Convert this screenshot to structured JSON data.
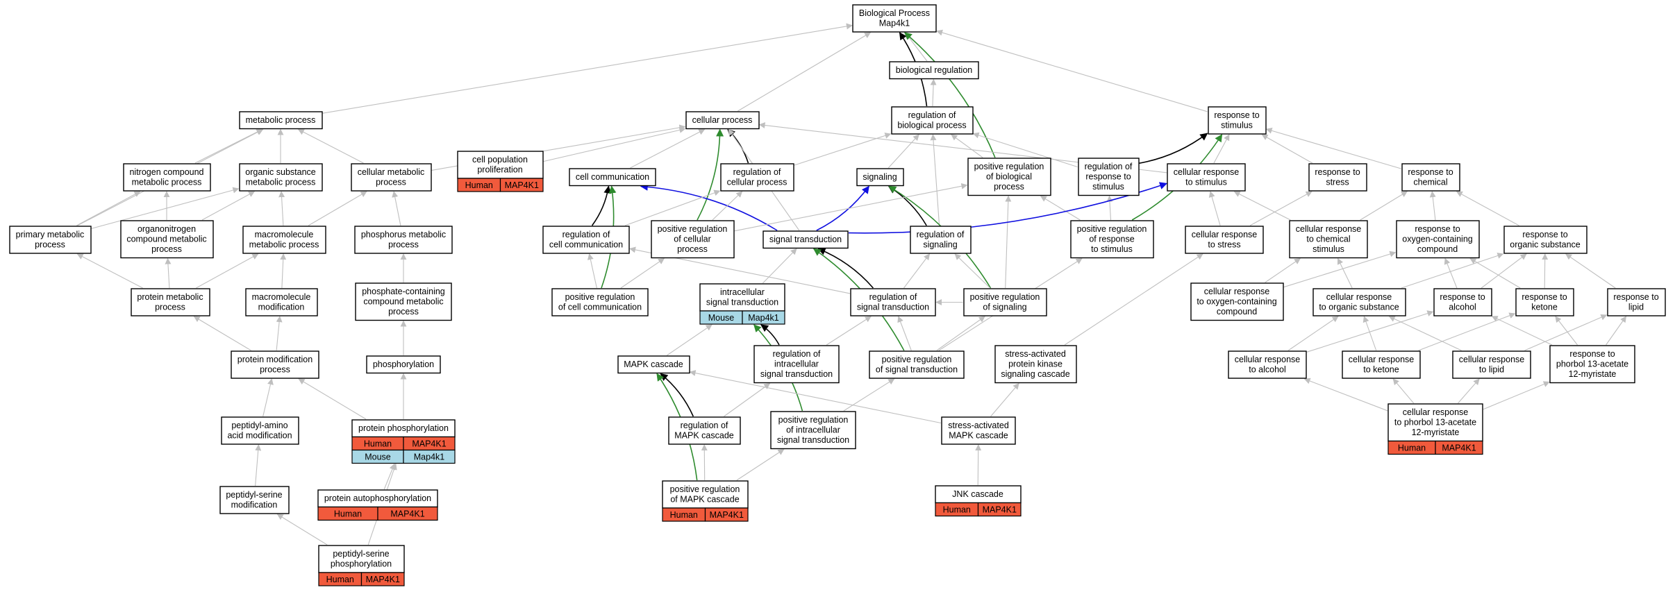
{
  "colors": {
    "human": "#f15a3c",
    "mouse": "#a8d8e6",
    "edge_default": "#bfbfbf",
    "edge_black": "#000000",
    "edge_green": "#2e8b2e",
    "edge_blue": "#1010e0"
  },
  "nodes": [
    {
      "id": "bp",
      "lines": [
        "Biological Process",
        "Map4k1"
      ]
    },
    {
      "id": "bioreg",
      "lines": [
        "biological regulation"
      ]
    },
    {
      "id": "metab",
      "lines": [
        "metabolic process"
      ]
    },
    {
      "id": "cellproc",
      "lines": [
        "cellular process"
      ]
    },
    {
      "id": "regbio",
      "lines": [
        "regulation of",
        "biological process"
      ]
    },
    {
      "id": "resp",
      "lines": [
        "response to",
        "stimulus"
      ]
    },
    {
      "id": "nitro",
      "lines": [
        "nitrogen compound",
        "metabolic process"
      ]
    },
    {
      "id": "orgsub",
      "lines": [
        "organic substance",
        "metabolic process"
      ]
    },
    {
      "id": "cellmet",
      "lines": [
        "cellular metabolic",
        "process"
      ]
    },
    {
      "id": "cellpop",
      "lines": [
        "cell population",
        "proliferation"
      ],
      "annotations": [
        {
          "species": "Human",
          "gene": "MAP4K1"
        }
      ]
    },
    {
      "id": "cellcomm",
      "lines": [
        "cell communication"
      ]
    },
    {
      "id": "regcell",
      "lines": [
        "regulation of",
        "cellular process"
      ]
    },
    {
      "id": "signaling",
      "lines": [
        "signaling"
      ]
    },
    {
      "id": "posregbio",
      "lines": [
        "positive regulation",
        "of biological",
        "process"
      ]
    },
    {
      "id": "regresp",
      "lines": [
        "regulation of",
        "response to",
        "stimulus"
      ]
    },
    {
      "id": "cellresp",
      "lines": [
        "cellular response",
        "to stimulus"
      ]
    },
    {
      "id": "respstress",
      "lines": [
        "response to",
        "stress"
      ]
    },
    {
      "id": "respchem",
      "lines": [
        "response to",
        "chemical"
      ]
    },
    {
      "id": "primary",
      "lines": [
        "primary metabolic",
        "process"
      ]
    },
    {
      "id": "organonit",
      "lines": [
        "organonitrogen",
        "compound metabolic",
        "process"
      ]
    },
    {
      "id": "macromet",
      "lines": [
        "macromolecule",
        "metabolic process"
      ]
    },
    {
      "id": "phosmet",
      "lines": [
        "phosphorus metabolic",
        "process"
      ]
    },
    {
      "id": "regcomm",
      "lines": [
        "regulation of",
        "cell communication"
      ]
    },
    {
      "id": "posregcell",
      "lines": [
        "positive regulation",
        "of cellular",
        "process"
      ]
    },
    {
      "id": "sigtrans",
      "lines": [
        "signal transduction"
      ]
    },
    {
      "id": "regsig",
      "lines": [
        "regulation of",
        "signaling"
      ]
    },
    {
      "id": "posregresp",
      "lines": [
        "positive regulation",
        "of response",
        "to stimulus"
      ]
    },
    {
      "id": "cellstress",
      "lines": [
        "cellular response",
        "to stress"
      ]
    },
    {
      "id": "cellchem",
      "lines": [
        "cellular response",
        "to chemical",
        "stimulus"
      ]
    },
    {
      "id": "respoxy",
      "lines": [
        "response to",
        "oxygen-containing",
        "compound"
      ]
    },
    {
      "id": "resporg",
      "lines": [
        "response to",
        "organic substance"
      ]
    },
    {
      "id": "protmet",
      "lines": [
        "protein metabolic",
        "process"
      ]
    },
    {
      "id": "macromod",
      "lines": [
        "macromolecule",
        "modification"
      ]
    },
    {
      "id": "phoscont",
      "lines": [
        "phosphate-containing",
        "compound metabolic",
        "process"
      ]
    },
    {
      "id": "posregcomm",
      "lines": [
        "positive regulation",
        "of cell communication"
      ]
    },
    {
      "id": "intra",
      "lines": [
        "intracellular",
        "signal transduction"
      ],
      "annotations": [
        {
          "species": "Mouse",
          "gene": "Map4k1"
        }
      ]
    },
    {
      "id": "regsigtrans",
      "lines": [
        "regulation of",
        "signal transduction"
      ]
    },
    {
      "id": "posregsig",
      "lines": [
        "positive regulation",
        "of signaling"
      ]
    },
    {
      "id": "celloxy",
      "lines": [
        "cellular response",
        "to oxygen-containing",
        "compound"
      ]
    },
    {
      "id": "cellorg",
      "lines": [
        "cellular response",
        "to organic substance"
      ]
    },
    {
      "id": "respalc",
      "lines": [
        "response to",
        "alcohol"
      ]
    },
    {
      "id": "respket",
      "lines": [
        "response to",
        "ketone"
      ]
    },
    {
      "id": "resplip",
      "lines": [
        "response to",
        "lipid"
      ]
    },
    {
      "id": "protmod",
      "lines": [
        "protein modification",
        "process"
      ]
    },
    {
      "id": "phosphorylation",
      "lines": [
        "phosphorylation"
      ]
    },
    {
      "id": "mapk",
      "lines": [
        "MAPK cascade"
      ]
    },
    {
      "id": "regintra",
      "lines": [
        "regulation of",
        "intracellular",
        "signal transduction"
      ]
    },
    {
      "id": "posregsigtrans",
      "lines": [
        "positive regulation",
        "of signal transduction"
      ]
    },
    {
      "id": "sapk",
      "lines": [
        "stress-activated",
        "protein kinase",
        "signaling cascade"
      ]
    },
    {
      "id": "cellalc",
      "lines": [
        "cellular response",
        "to alcohol"
      ]
    },
    {
      "id": "cellket",
      "lines": [
        "cellular response",
        "to ketone"
      ]
    },
    {
      "id": "celllip",
      "lines": [
        "cellular response",
        "to lipid"
      ]
    },
    {
      "id": "respphorb",
      "lines": [
        "response to",
        "phorbol 13-acetate",
        "12-myristate"
      ]
    },
    {
      "id": "peptamino",
      "lines": [
        "peptidyl-amino",
        "acid modification"
      ]
    },
    {
      "id": "protphos",
      "lines": [
        "protein phosphorylation"
      ],
      "annotations": [
        {
          "species": "Human",
          "gene": "MAP4K1"
        },
        {
          "species": "Mouse",
          "gene": "Map4k1"
        }
      ]
    },
    {
      "id": "regmapk",
      "lines": [
        "regulation of",
        "MAPK cascade"
      ]
    },
    {
      "id": "posregintra",
      "lines": [
        "positive regulation",
        "of intracellular",
        "signal transduction"
      ]
    },
    {
      "id": "samapk",
      "lines": [
        "stress-activated",
        "MAPK cascade"
      ]
    },
    {
      "id": "cellphorb",
      "lines": [
        "cellular response",
        "to phorbol 13-acetate",
        "12-myristate"
      ],
      "annotations": [
        {
          "species": "Human",
          "gene": "MAP4K1"
        }
      ]
    },
    {
      "id": "peptser",
      "lines": [
        "peptidyl-serine",
        "modification"
      ]
    },
    {
      "id": "protauto",
      "lines": [
        "protein autophosphorylation"
      ],
      "annotations": [
        {
          "species": "Human",
          "gene": "MAP4K1"
        }
      ]
    },
    {
      "id": "posregmapk",
      "lines": [
        "positive regulation",
        "of MAPK cascade"
      ],
      "annotations": [
        {
          "species": "Human",
          "gene": "MAP4K1"
        }
      ]
    },
    {
      "id": "jnk",
      "lines": [
        "JNK cascade"
      ],
      "annotations": [
        {
          "species": "Human",
          "gene": "MAP4K1"
        }
      ]
    },
    {
      "id": "peptserphos",
      "lines": [
        "peptidyl-serine",
        "phosphorylation"
      ],
      "annotations": [
        {
          "species": "Human",
          "gene": "MAP4K1"
        }
      ]
    }
  ],
  "edges": [
    [
      "bioreg",
      "bp",
      "default"
    ],
    [
      "metab",
      "bp",
      "default"
    ],
    [
      "cellproc",
      "bp",
      "default"
    ],
    [
      "regbio",
      "bp",
      "black"
    ],
    [
      "regbio",
      "bioreg",
      "default"
    ],
    [
      "resp",
      "bp",
      "default"
    ],
    [
      "posregbio",
      "bp",
      "green"
    ],
    [
      "nitro",
      "metab",
      "default"
    ],
    [
      "orgsub",
      "metab",
      "default"
    ],
    [
      "cellmet",
      "metab",
      "default"
    ],
    [
      "primary",
      "metab",
      "default"
    ],
    [
      "cellmet",
      "cellproc",
      "default"
    ],
    [
      "cellpop",
      "cellproc",
      "default"
    ],
    [
      "cellcomm",
      "cellproc",
      "default"
    ],
    [
      "regcell",
      "cellproc",
      "black"
    ],
    [
      "regcell",
      "regbio",
      "default"
    ],
    [
      "posregcell",
      "cellproc",
      "green"
    ],
    [
      "signaling",
      "regbio",
      "default"
    ],
    [
      "sigtrans",
      "cellproc",
      "default"
    ],
    [
      "posregbio",
      "regbio",
      "default"
    ],
    [
      "regresp",
      "regbio",
      "default"
    ],
    [
      "regsig",
      "regbio",
      "default"
    ],
    [
      "cellresp",
      "cellproc",
      "default"
    ],
    [
      "regresp",
      "resp",
      "black"
    ],
    [
      "cellresp",
      "resp",
      "default"
    ],
    [
      "respstress",
      "resp",
      "default"
    ],
    [
      "respchem",
      "resp",
      "default"
    ],
    [
      "posregresp",
      "resp",
      "green"
    ],
    [
      "primary",
      "nitro",
      "default"
    ],
    [
      "organonit",
      "nitro",
      "default"
    ],
    [
      "organonit",
      "orgsub",
      "default"
    ],
    [
      "macromet",
      "orgsub",
      "default"
    ],
    [
      "primary",
      "orgsub",
      "default"
    ],
    [
      "phosmet",
      "cellmet",
      "default"
    ],
    [
      "macromet",
      "cellmet",
      "default"
    ],
    [
      "regcomm",
      "cellcomm",
      "black"
    ],
    [
      "posregcomm",
      "cellcomm",
      "green"
    ],
    [
      "sigtrans",
      "cellcomm",
      "blue"
    ],
    [
      "regcomm",
      "regcell",
      "default"
    ],
    [
      "posregcell",
      "regcell",
      "default"
    ],
    [
      "sigtrans",
      "signaling",
      "blue"
    ],
    [
      "regsig",
      "signaling",
      "black"
    ],
    [
      "posregsig",
      "signaling",
      "green"
    ],
    [
      "posregcell",
      "posregbio",
      "default"
    ],
    [
      "posregresp",
      "posregbio",
      "default"
    ],
    [
      "posregsig",
      "posregbio",
      "default"
    ],
    [
      "posregresp",
      "regresp",
      "default"
    ],
    [
      "regsigtrans",
      "regsig",
      "default"
    ],
    [
      "posregsig",
      "regsig",
      "default"
    ],
    [
      "sigtrans",
      "cellresp",
      "blue"
    ],
    [
      "cellstress",
      "cellresp",
      "default"
    ],
    [
      "cellchem",
      "cellresp",
      "default"
    ],
    [
      "cellstress",
      "respstress",
      "default"
    ],
    [
      "cellchem",
      "respchem",
      "default"
    ],
    [
      "respoxy",
      "respchem",
      "default"
    ],
    [
      "resporg",
      "respchem",
      "default"
    ],
    [
      "protmet",
      "primary",
      "default"
    ],
    [
      "protmet",
      "organonit",
      "default"
    ],
    [
      "protmet",
      "macromet",
      "default"
    ],
    [
      "macromod",
      "macromet",
      "default"
    ],
    [
      "phoscont",
      "phosmet",
      "default"
    ],
    [
      "posregcomm",
      "regcomm",
      "default"
    ],
    [
      "posregcomm",
      "posregcell",
      "default"
    ],
    [
      "regsigtrans",
      "regcomm",
      "default"
    ],
    [
      "intra",
      "sigtrans",
      "default"
    ],
    [
      "regsigtrans",
      "sigtrans",
      "black"
    ],
    [
      "posregsigtrans",
      "sigtrans",
      "green"
    ],
    [
      "posregsigtrans",
      "posregresp",
      "default"
    ],
    [
      "posregsig",
      "regsigtrans",
      "default"
    ],
    [
      "posregsigtrans",
      "regsigtrans",
      "default"
    ],
    [
      "posregsigtrans",
      "posregsig",
      "default"
    ],
    [
      "sapk",
      "cellstress",
      "default"
    ],
    [
      "celloxy",
      "cellchem",
      "default"
    ],
    [
      "celloxy",
      "respoxy",
      "default"
    ],
    [
      "cellorg",
      "cellchem",
      "default"
    ],
    [
      "cellorg",
      "resporg",
      "default"
    ],
    [
      "respalc",
      "respoxy",
      "default"
    ],
    [
      "respalc",
      "resporg",
      "default"
    ],
    [
      "respket",
      "resporg",
      "default"
    ],
    [
      "respket",
      "respoxy",
      "default"
    ],
    [
      "resplip",
      "resporg",
      "default"
    ],
    [
      "protmod",
      "protmet",
      "default"
    ],
    [
      "protmod",
      "macromod",
      "default"
    ],
    [
      "phosphorylation",
      "phoscont",
      "default"
    ],
    [
      "mapk",
      "intra",
      "default"
    ],
    [
      "regintra",
      "intra",
      "black"
    ],
    [
      "regintra",
      "regsigtrans",
      "default"
    ],
    [
      "posregintra",
      "intra",
      "green"
    ],
    [
      "posregintra",
      "posregsigtrans",
      "default"
    ],
    [
      "cellalc",
      "cellorg",
      "default"
    ],
    [
      "cellalc",
      "respalc",
      "default"
    ],
    [
      "cellket",
      "cellorg",
      "default"
    ],
    [
      "cellket",
      "respket",
      "default"
    ],
    [
      "celllip",
      "resplip",
      "default"
    ],
    [
      "celllip",
      "cellorg",
      "default"
    ],
    [
      "respphorb",
      "respalc",
      "default"
    ],
    [
      "respphorb",
      "respket",
      "default"
    ],
    [
      "respphorb",
      "resplip",
      "default"
    ],
    [
      "peptamino",
      "protmod",
      "default"
    ],
    [
      "protphos",
      "protmod",
      "default"
    ],
    [
      "protphos",
      "phosphorylation",
      "default"
    ],
    [
      "regmapk",
      "mapk",
      "black"
    ],
    [
      "regmapk",
      "regintra",
      "default"
    ],
    [
      "posregmapk",
      "mapk",
      "green"
    ],
    [
      "posregmapk",
      "regmapk",
      "default"
    ],
    [
      "posregmapk",
      "posregintra",
      "default"
    ],
    [
      "samapk",
      "mapk",
      "default"
    ],
    [
      "samapk",
      "sapk",
      "default"
    ],
    [
      "jnk",
      "samapk",
      "default"
    ],
    [
      "cellphorb",
      "respphorb",
      "default"
    ],
    [
      "cellphorb",
      "cellalc",
      "default"
    ],
    [
      "cellphorb",
      "cellket",
      "default"
    ],
    [
      "cellphorb",
      "celllip",
      "default"
    ],
    [
      "peptser",
      "peptamino",
      "default"
    ],
    [
      "protauto",
      "protphos",
      "default"
    ],
    [
      "peptserphos",
      "peptser",
      "default"
    ],
    [
      "peptserphos",
      "protphos",
      "default"
    ]
  ]
}
